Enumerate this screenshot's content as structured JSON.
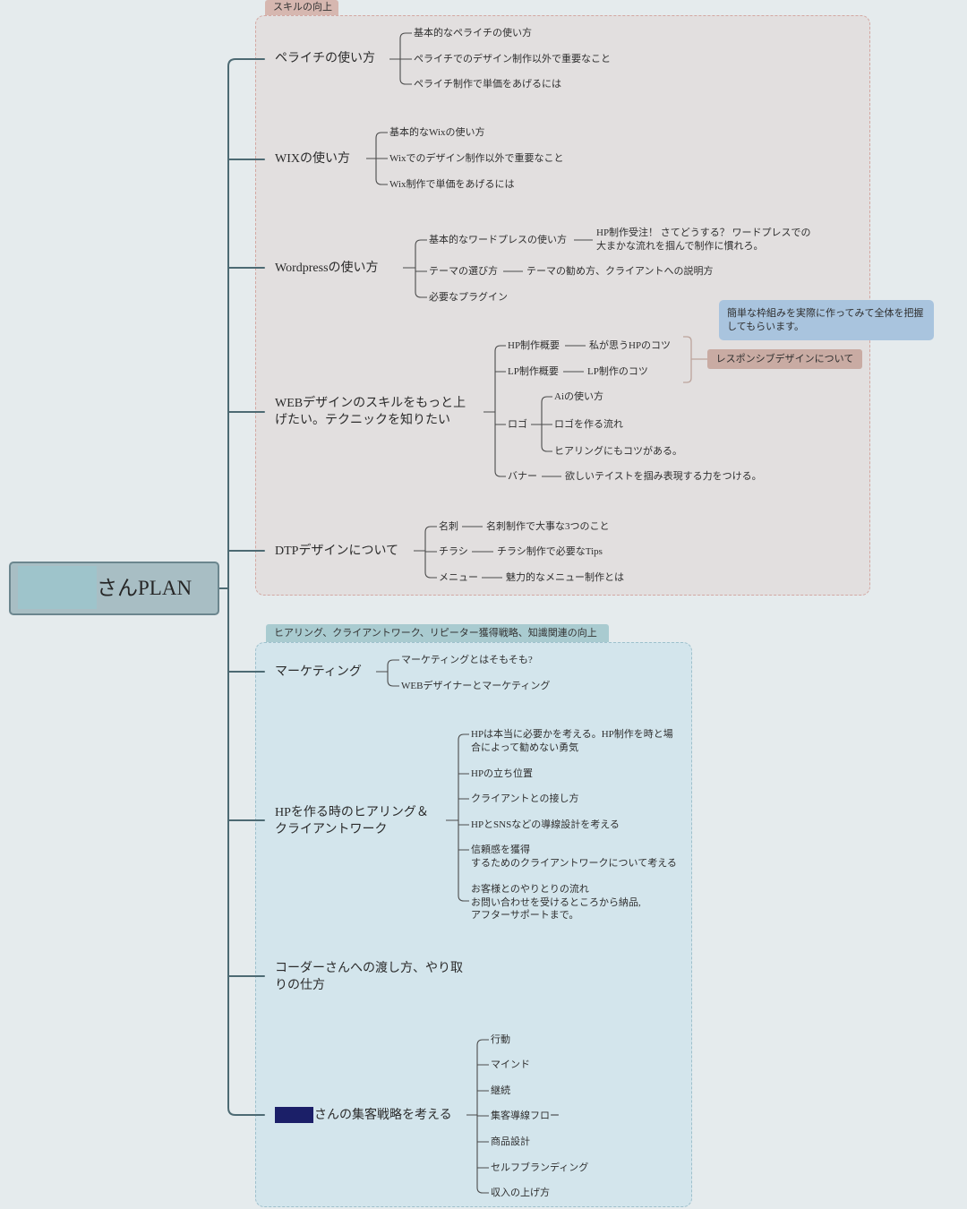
{
  "root": {
    "label": "さんPLAN"
  },
  "groups": [
    {
      "label": "スキルの向上",
      "topics": [
        {
          "label": "ペライチの使い方",
          "children": [
            {
              "label": "基本的なペライチの使い方"
            },
            {
              "label": "ペライチでのデザイン制作以外で重要なこと"
            },
            {
              "label": "ペライチ制作で単価をあげるには"
            }
          ]
        },
        {
          "label": "WIXの使い方",
          "children": [
            {
              "label": "基本的なWixの使い方"
            },
            {
              "label": "Wixでのデザイン制作以外で重要なこと"
            },
            {
              "label": "Wix制作で単価をあげるには"
            }
          ]
        },
        {
          "label": "Wordpressの使い方",
          "children": [
            {
              "label": "基本的なワードプレスの使い方",
              "children": [
                {
                  "label": "HP制作受注！ さてどうする？ ワードプレスでの\n大まかな流れを掴んで制作に慣れろ。"
                }
              ]
            },
            {
              "label": "テーマの選び方",
              "children": [
                {
                  "label": "テーマの勧め方、クライアントへの説明方"
                }
              ]
            },
            {
              "label": "必要なプラグイン"
            }
          ]
        },
        {
          "label": "WEBデザインのスキルをもっと上\nげたい。テクニックを知りたい",
          "children": [
            {
              "label": "HP制作概要",
              "children": [
                {
                  "label": "私が思うHPのコツ"
                }
              ]
            },
            {
              "label": "LP制作概要",
              "children": [
                {
                  "label": "LP制作のコツ"
                }
              ]
            },
            {
              "label": "ロゴ",
              "children": [
                {
                  "label": "Aiの使い方"
                },
                {
                  "label": "ロゴを作る流れ"
                },
                {
                  "label": "ヒアリングにもコツがある。"
                }
              ]
            },
            {
              "label": "バナー",
              "children": [
                {
                  "label": "欲しいテイストを掴み表現する力をつける。"
                }
              ]
            }
          ],
          "summary": "レスポンシブデザインについて",
          "note": "簡単な枠組みを実際に作ってみて全体を把握\nしてもらいます。"
        },
        {
          "label": "DTPデザインについて",
          "children": [
            {
              "label": "名刺",
              "children": [
                {
                  "label": "名刺制作で大事な3つのこと"
                }
              ]
            },
            {
              "label": "チラシ",
              "children": [
                {
                  "label": "チラシ制作で必要なTips"
                }
              ]
            },
            {
              "label": "メニュー",
              "children": [
                {
                  "label": "魅力的なメニュー制作とは"
                }
              ]
            }
          ]
        }
      ]
    },
    {
      "label": "ヒアリング、クライアントワーク、リピーター獲得戦略、知識関連の向上",
      "topics": [
        {
          "label": "マーケティング",
          "children": [
            {
              "label": "マーケティングとはそもそも?"
            },
            {
              "label": "WEBデザイナーとマーケティング"
            }
          ]
        },
        {
          "label": "HPを作る時のヒアリング＆\nクライアントワーク",
          "children": [
            {
              "label": "HPは本当に必要かを考える。HP制作を時と場\n合によって勧めない勇気"
            },
            {
              "label": "HPの立ち位置"
            },
            {
              "label": "クライアントとの接し方"
            },
            {
              "label": "HPとSNSなどの導線設計を考える"
            },
            {
              "label": "信頼感を獲得\nするためのクライアントワークについて考える"
            },
            {
              "label": "お客様とのやりとりの流れ\nお問い合わせを受けるところから納品,\nアフターサポートまで。"
            }
          ]
        },
        {
          "label": "コーダーさんへの渡し方、やり取\nりの仕方"
        },
        {
          "label": "さんの集客戦略を考える",
          "children": [
            {
              "label": "行動"
            },
            {
              "label": "マインド"
            },
            {
              "label": "継続"
            },
            {
              "label": "集客導線フロー"
            },
            {
              "label": "商品設計"
            },
            {
              "label": "セルフブランディング"
            },
            {
              "label": "収入の上げ方"
            }
          ]
        }
      ]
    }
  ],
  "colors": {
    "background": "#e5ebed",
    "skill_group_fill": "#e2dfdf",
    "skill_group_tag": "#d6b7b0",
    "client_group_fill": "#d3e5ec",
    "client_group_tag": "#a9cbd0",
    "summary_fill": "#c9aba3",
    "note_fill": "#a9c4de",
    "root_fill": "#a8bec4",
    "redaction": "#1b1f68"
  }
}
